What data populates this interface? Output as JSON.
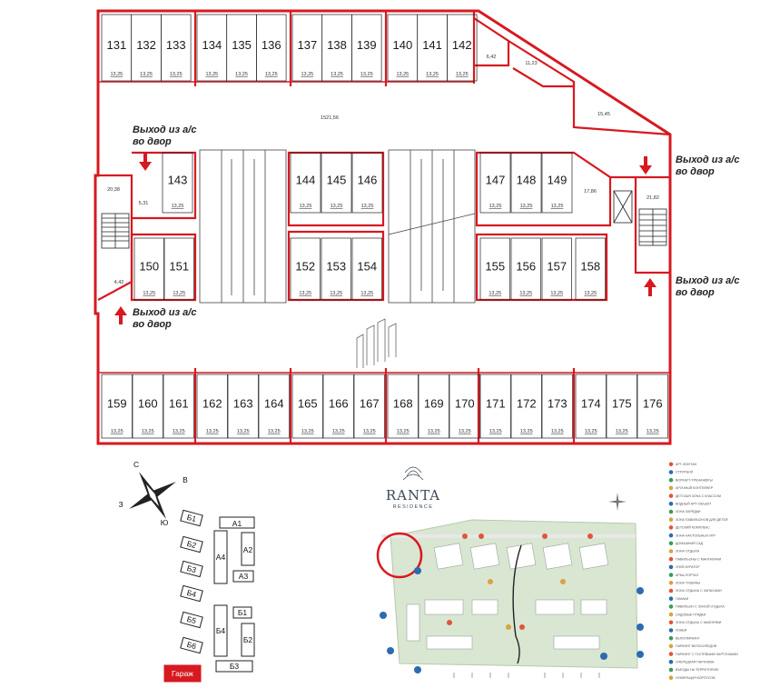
{
  "floor_plan": {
    "top_row": [
      {
        "num": "131",
        "area": "13,25"
      },
      {
        "num": "132",
        "area": "13,25",
        "highlighted": true
      },
      {
        "num": "133",
        "area": "13,25"
      },
      {
        "num": "134",
        "area": "13,25"
      },
      {
        "num": "135",
        "area": "13,25"
      },
      {
        "num": "136",
        "area": "13,25"
      },
      {
        "num": "137",
        "area": "13,25"
      },
      {
        "num": "138",
        "area": "13,25"
      },
      {
        "num": "139",
        "area": "13,25"
      },
      {
        "num": "140",
        "area": "13,25"
      },
      {
        "num": "141",
        "area": "13,25"
      },
      {
        "num": "142",
        "area": "13,25"
      }
    ],
    "mid_upper": [
      {
        "num": "143",
        "area": "13,25"
      },
      {
        "num": "144",
        "area": "13,25"
      },
      {
        "num": "145",
        "area": "13,25"
      },
      {
        "num": "146",
        "area": "13,25"
      },
      {
        "num": "147",
        "area": "13,25"
      },
      {
        "num": "148",
        "area": "13,25"
      },
      {
        "num": "149",
        "area": "13,25"
      }
    ],
    "mid_lower": [
      {
        "num": "150",
        "area": "13,25"
      },
      {
        "num": "151",
        "area": "13,25"
      },
      {
        "num": "152",
        "area": "13,25"
      },
      {
        "num": "153",
        "area": "13,25"
      },
      {
        "num": "154",
        "area": "13,25"
      },
      {
        "num": "155",
        "area": "13,25"
      },
      {
        "num": "156",
        "area": "13,25"
      },
      {
        "num": "157",
        "area": "13,25"
      },
      {
        "num": "158",
        "area": "13,25"
      }
    ],
    "bottom_row": [
      {
        "num": "159",
        "area": "13,25"
      },
      {
        "num": "160",
        "area": "13,25"
      },
      {
        "num": "161",
        "area": "13,25"
      },
      {
        "num": "162",
        "area": "13,25"
      },
      {
        "num": "163",
        "area": "13,25"
      },
      {
        "num": "164",
        "area": "13,25"
      },
      {
        "num": "165",
        "area": "13,25"
      },
      {
        "num": "166",
        "area": "13,25"
      },
      {
        "num": "167",
        "area": "13,25"
      },
      {
        "num": "168",
        "area": "13,25"
      },
      {
        "num": "169",
        "area": "13,25"
      },
      {
        "num": "170",
        "area": "13,25"
      },
      {
        "num": "171",
        "area": "13,25"
      },
      {
        "num": "172",
        "area": "13,25"
      },
      {
        "num": "173",
        "area": "13,25"
      },
      {
        "num": "174",
        "area": "13,25"
      },
      {
        "num": "175",
        "area": "13,25"
      },
      {
        "num": "176",
        "area": "13,25"
      }
    ],
    "room_areas": {
      "corridor": "1521,56",
      "r_642": "6,42",
      "r_1123": "11,23",
      "r_1545": "15,45",
      "r_2038": "20,38",
      "r_531": "5,31",
      "r_442": "4,42",
      "r_1786": "17,86",
      "r_2182": "21,82"
    },
    "exits": {
      "line1": "Выход из а/с",
      "line2": "во двор"
    },
    "colors": {
      "wall": "#d71920",
      "highlight": "#f08080",
      "arrow": "#d71920"
    }
  },
  "compass": {
    "n": "С",
    "e": "В",
    "s": "Ю",
    "w": "З"
  },
  "site_plan": {
    "buildings": [
      "Б1",
      "Б2",
      "Б3",
      "Б4",
      "Б5",
      "Б6",
      "А1",
      "А2",
      "А3",
      "А4",
      "Б1",
      "Б2",
      "Б3",
      "Б4"
    ],
    "garage_label": "Гараж"
  },
  "brand": {
    "name": "RANTA",
    "sub": "RESIDENCE"
  },
  "legend_items": [
    "АРТ-ФОНТАН",
    "СТРИТБОЛ",
    "ВОРКАУТ-ТРЕНАЖЁРЫ",
    "АРОЧНЫЙ КОНТЕЙНЕР",
    "ДЕТСКАЯ ЗОНА С КЛАССОМ",
    "ВОДНЫЙ АРТ-ОБЪЕКТ",
    "ЗОНА ЗАРЯДКИ",
    "ЗОНА ПАВИЛЬОНОВ ДЛЯ ДЕТЕЙ",
    "ДЕТСКИЙ КОМПЛЕКС",
    "ЗОНА НАСТОЛЬНЫХ ИГР",
    "ДОМАШНИЙ САД",
    "ЗОНА ОТДЫХА",
    "ПАВИЛЬОНЫ С МАНГАЛАМИ",
    "УЛЕЙ-КУРАТОР",
    "АРКА-ПОРТАЛ",
    "ЗОНА ТИШИНЫ",
    "ЗОНА ОТДЫХА С ЗАПАХАМИ",
    "ГАМАКИ",
    "ПАВИЛЬОН С ЗОНОЙ ОТДЫХА",
    "САДОВЫЕ ГРЯДКИ",
    "ЗОНА ОТДЫХА С КАЧЕЛЯМИ",
    "ХОББИ",
    "ВЕЛОПАРКИНГ",
    "ПАРКИНГ ВЕЛОСИПЕДОВ",
    "ПАРКИНГ С ГОСТЕВЫМИ КАРТОЧКАМИ",
    "ОЧЕРЕДНАЯ ПАРКОВКА",
    "ВЪЕЗДЫ НА ТЕРРИТОРИЮ",
    "НУМЕРАЦИЯ КОРПУСОВ"
  ]
}
